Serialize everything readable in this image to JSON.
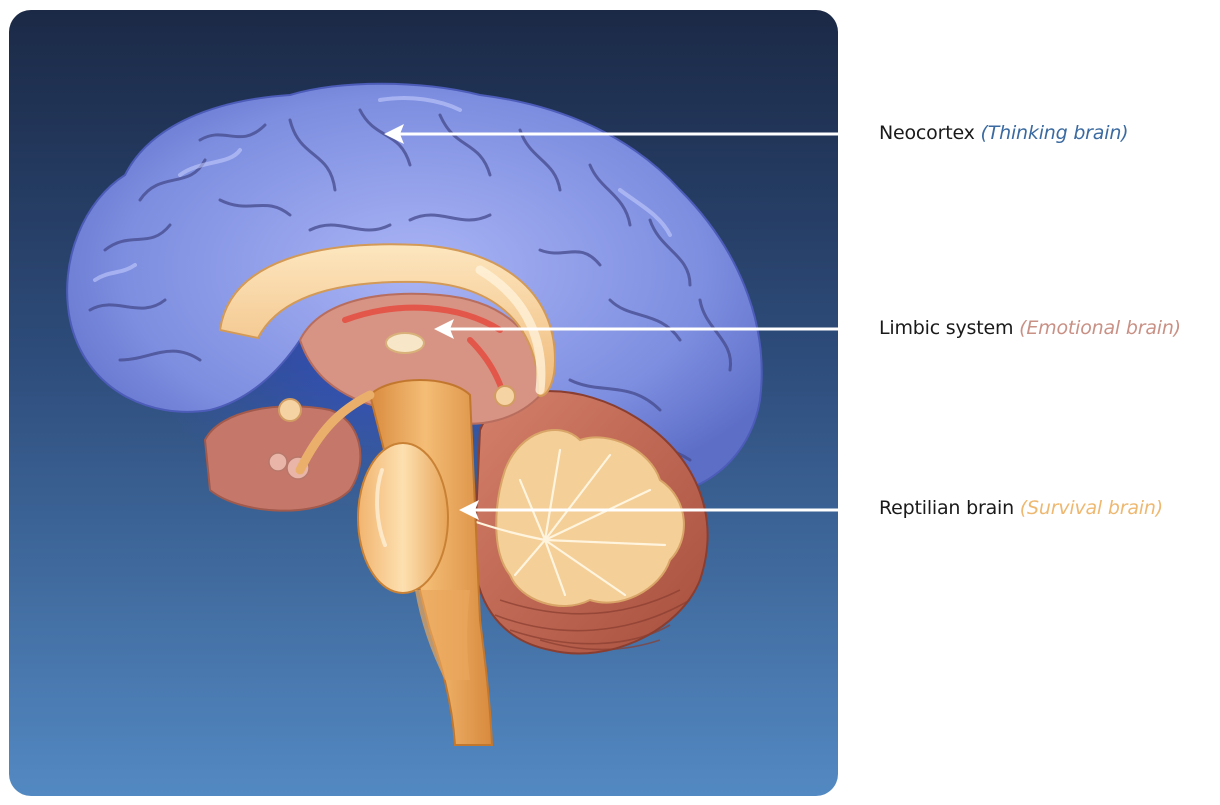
{
  "labels": {
    "neocortex": {
      "name": "Neocortex",
      "sub": "(Thinking brain)"
    },
    "limbic": {
      "name": "Limbic system",
      "sub": "(Emotional brain)"
    },
    "reptilian": {
      "name": "Reptilian brain",
      "sub": "(Survival brain)"
    }
  },
  "colors": {
    "panel_top": "#1c2b48",
    "panel_bottom": "#4f86c0",
    "neocortex_blue": "#7d8fe0",
    "neocortex_text": "#3b6aa0",
    "limbic_text": "#c99185",
    "reptilian_text": "#eeb870",
    "stem": "#eaa45a",
    "arrow": "#ffffff"
  },
  "icons": [
    "brain-illustration",
    "arrow-icon"
  ]
}
